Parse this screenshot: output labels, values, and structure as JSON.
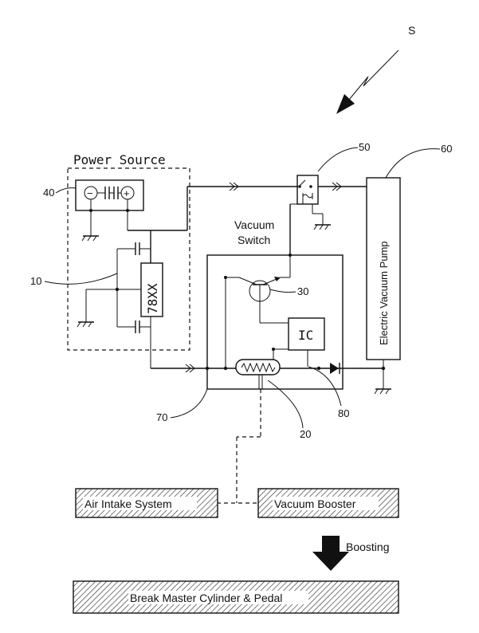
{
  "labels": {
    "s": "S",
    "power_source": "Power Source",
    "vacuum_switch_line1": "Vacuum",
    "vacuum_switch_line2": "Switch",
    "regulator": "78XX",
    "ic": "IC",
    "pump": "Electric Vacuum Pump",
    "air_intake": "Air Intake System",
    "vacuum_booster": "Vacuum Booster",
    "boosting": "Boosting",
    "master_cylinder": "Break Master Cylinder & Pedal"
  },
  "refs": {
    "r10": "10",
    "r20": "20",
    "r30": "30",
    "r40": "40",
    "r50": "50",
    "r60": "60",
    "r70": "70",
    "r80": "80"
  },
  "battery": {
    "minus": "−",
    "plus": "+"
  }
}
